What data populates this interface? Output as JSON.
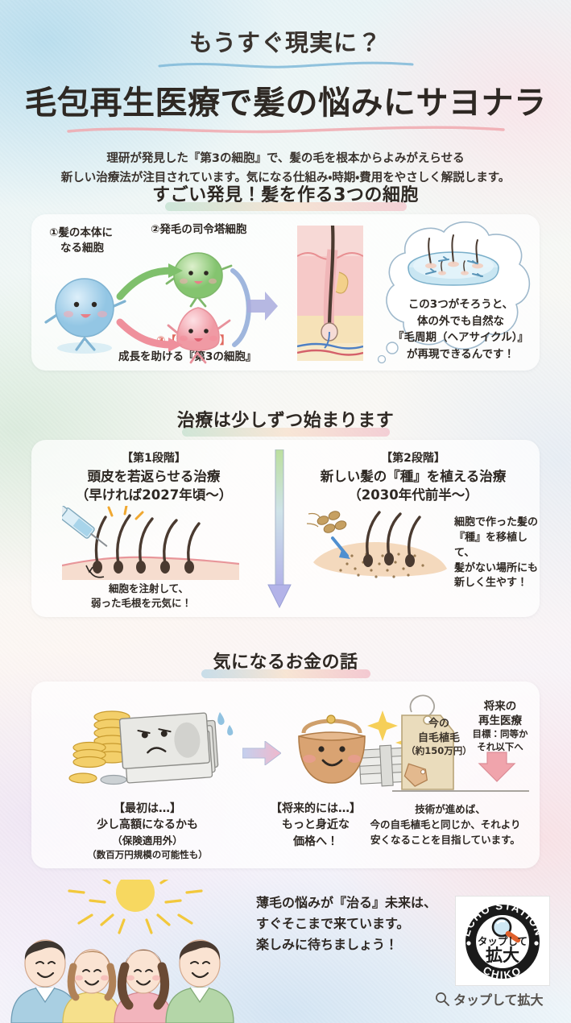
{
  "header": {
    "kicker": "もうすぐ現実に？",
    "title": "毛包再生医療で髪の悩みにサヨナラ",
    "sub_line1": "理研が発見した『第3の細胞』で、髪の毛を根本からよみがえらせる",
    "sub_line2": "新しい治療法が注目されています。気になる仕組み・時期・費用をやさしく解説します。"
  },
  "section1": {
    "title": "すごい発見！髪を作る3つの細胞",
    "cell1_line1": "①髪の本体に",
    "cell1_line2": "なる細胞",
    "cell2_label": "②発毛の司令塔細胞",
    "cell3_badge": "③【新発見！】",
    "cell3_label": "成長を助ける『第3の細胞』",
    "bubble_line1": "この3つがそろうと、",
    "bubble_line2": "体の外でも自然な",
    "bubble_line3": "『毛周期（ヘアサイクル）』",
    "bubble_line4": "が再現できるんです！"
  },
  "section2": {
    "title": "治療は少しずつ始まります",
    "stage1_tag": "【第1段階】",
    "stage1_title": "頭皮を若返らせる治療",
    "stage1_when": "（早ければ2027年頃〜）",
    "stage1_note_line1": "細胞を注射して、",
    "stage1_note_line2": "弱った毛根を元気に！",
    "stage2_tag": "【第2段階】",
    "stage2_title": "新しい髪の『種』を植える治療",
    "stage2_when": "（2030年代前半〜）",
    "stage2_note_line1": "細胞で作った髪の",
    "stage2_note_line2": "『種』を移植して、",
    "stage2_note_line3": "髪がない場所にも",
    "stage2_note_line4": "新しく生やす！"
  },
  "section3": {
    "title": "気になるお金の話",
    "now_tag": "【最初は…】",
    "now_line1": "少し高額になるかも",
    "now_line2": "（保険適用外）",
    "now_line3": "（数百万円規模の可能性も）",
    "future_tag": "【将来的には…】",
    "future_line1": "もっと身近な",
    "future_line2": "価格へ！",
    "pricetag_line1": "今の",
    "pricetag_line2": "自毛植毛",
    "pricetag_line3": "（約150万円）",
    "future_head_line1": "将来の",
    "future_head_line2": "再生医療",
    "future_head_line3": "目標：同等か",
    "future_head_line4": "それ以下へ",
    "conclusion_line1": "技術が進めば、",
    "conclusion_line2": "今の自毛植毛と同じか、それより",
    "conclusion_line3": "安くなることを目指しています。"
  },
  "footer": {
    "line1": "薄毛の悩みが『治る』未来は、",
    "line2": "すぐそこまで来ています。",
    "line3": "楽しみに待ちましょう！",
    "badge_top_arc": "ECHO STATION",
    "badge_bottom_arc": "CHIKO",
    "badge_center_line1": "タップして",
    "badge_center_line2": "拡大",
    "tap_caption": "タップして拡大"
  },
  "colors": {
    "accent_red": "#e0685e",
    "text_dark": "#2e2823",
    "cell_blue": "#8fc4e0",
    "cell_green": "#8cc878",
    "cell_pink": "#f0a0a8",
    "badge_black": "#1a1a1a"
  }
}
